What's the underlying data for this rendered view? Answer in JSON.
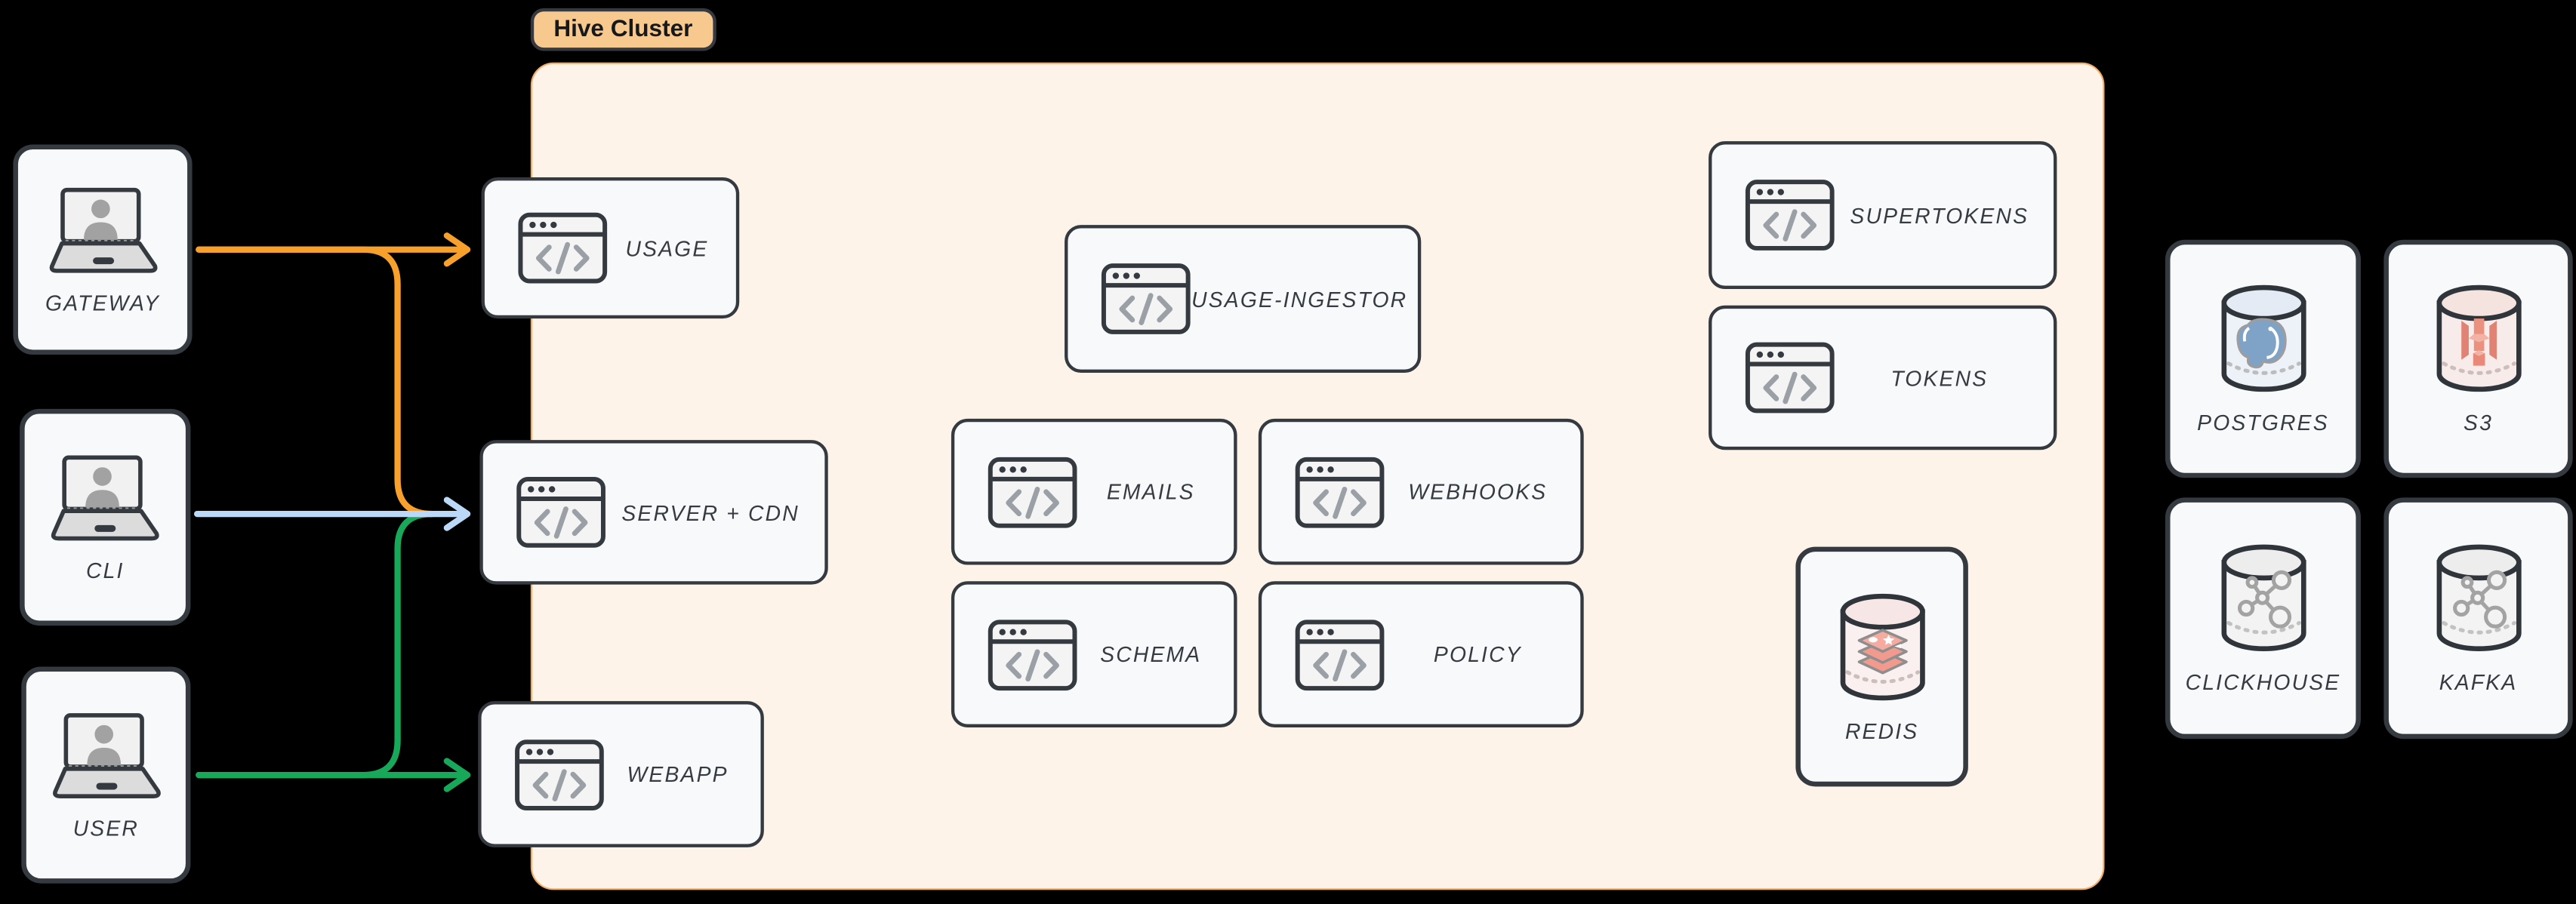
{
  "cluster": {
    "label": "Hive Cluster"
  },
  "clients": {
    "gateway": "GATEWAY",
    "cli": "CLI",
    "user": "USER"
  },
  "services": {
    "usage": "USAGE",
    "server_cdn": "SERVER + CDN",
    "webapp": "WEBAPP",
    "usage_ingestor": "USAGE-INGESTOR",
    "emails": "EMAILS",
    "webhooks": "WEBHOOKS",
    "schema": "SCHEMA",
    "policy": "POLICY",
    "supertokens": "SUPERTOKENS",
    "tokens": "TOKENS"
  },
  "datastores": {
    "redis": "REDIS",
    "postgres": "POSTGRES",
    "s3": "S3",
    "clickhouse": "CLICKHOUSE",
    "kafka": "KAFKA"
  },
  "colors": {
    "background": "#000000",
    "gateway_flow": "#F7A02C",
    "cli_flow": "#BBD9F6",
    "user_flow": "#18A85A",
    "cluster_bg": "#FDF3E9",
    "cluster_border": "#F3AC69",
    "cluster_label_bg": "#F8C98E",
    "node_bg": "#F8F9FA",
    "node_border": "#343A40"
  },
  "edges": [
    {
      "from": "GATEWAY",
      "to": "USAGE",
      "color": "#F7A02C"
    },
    {
      "from": "GATEWAY",
      "to": "SERVER + CDN",
      "color": "#F7A02C"
    },
    {
      "from": "CLI",
      "to": "SERVER + CDN",
      "color": "#BBD9F6"
    },
    {
      "from": "USER",
      "to": "SERVER + CDN",
      "color": "#18A85A"
    },
    {
      "from": "USER",
      "to": "WEBAPP",
      "color": "#18A85A"
    }
  ],
  "icons": {
    "clients": "laptop-user-icon",
    "services": "code-window-icon",
    "redis": "redis-cylinder-icon",
    "postgres": "postgres-cylinder-icon",
    "s3": "s3-cylinder-icon",
    "clickhouse": "graph-cylinder-icon",
    "kafka": "graph-cylinder-icon"
  }
}
